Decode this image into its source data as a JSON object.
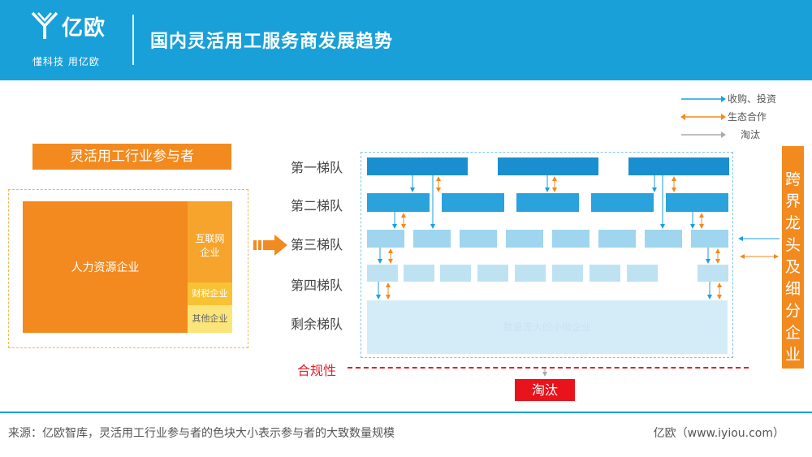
{
  "header": {
    "logo_text": "亿欧",
    "slogan": "懂科技 用亿欧",
    "title": "国内灵活用工服务商发展趋势"
  },
  "legend": {
    "items": [
      {
        "label": "收购、投资",
        "color": "#1a9fe0"
      },
      {
        "label": "生态合作",
        "color": "#f28a1f"
      },
      {
        "label": "淘汰",
        "color": "#aaaaaa"
      }
    ]
  },
  "participants": {
    "title": "灵活用工行业参与者",
    "segments": [
      {
        "label": "人力资源企业",
        "color": "#f28a1f"
      },
      {
        "label": "互联网企业",
        "line1": "互联网",
        "line2": "企业",
        "color": "#f6a42c"
      },
      {
        "label": "财税企业",
        "color": "#f8c235"
      },
      {
        "label": "其他企业",
        "color": "#fbe57a"
      }
    ]
  },
  "tiers": {
    "labels": [
      "第一梯队",
      "第二梯队",
      "第三梯队",
      "第四梯队",
      "剩余梯队"
    ],
    "block_counts": [
      3,
      5,
      8,
      9
    ],
    "remaining_text": "数量庞大的小微企业"
  },
  "cross_industry": {
    "label": "跨界龙头及细分企业",
    "chars": [
      "跨",
      "界",
      "龙",
      "头",
      "及",
      "细",
      "分",
      "企",
      "业"
    ]
  },
  "compliance": {
    "label": "合规性",
    "eliminate": "淘汰"
  },
  "footer": {
    "source": "来源：亿欧智库，灵活用工行业参与者的色块大小表示参与者的大致数量规模",
    "brand": "亿欧（www.iyiou.com）"
  }
}
